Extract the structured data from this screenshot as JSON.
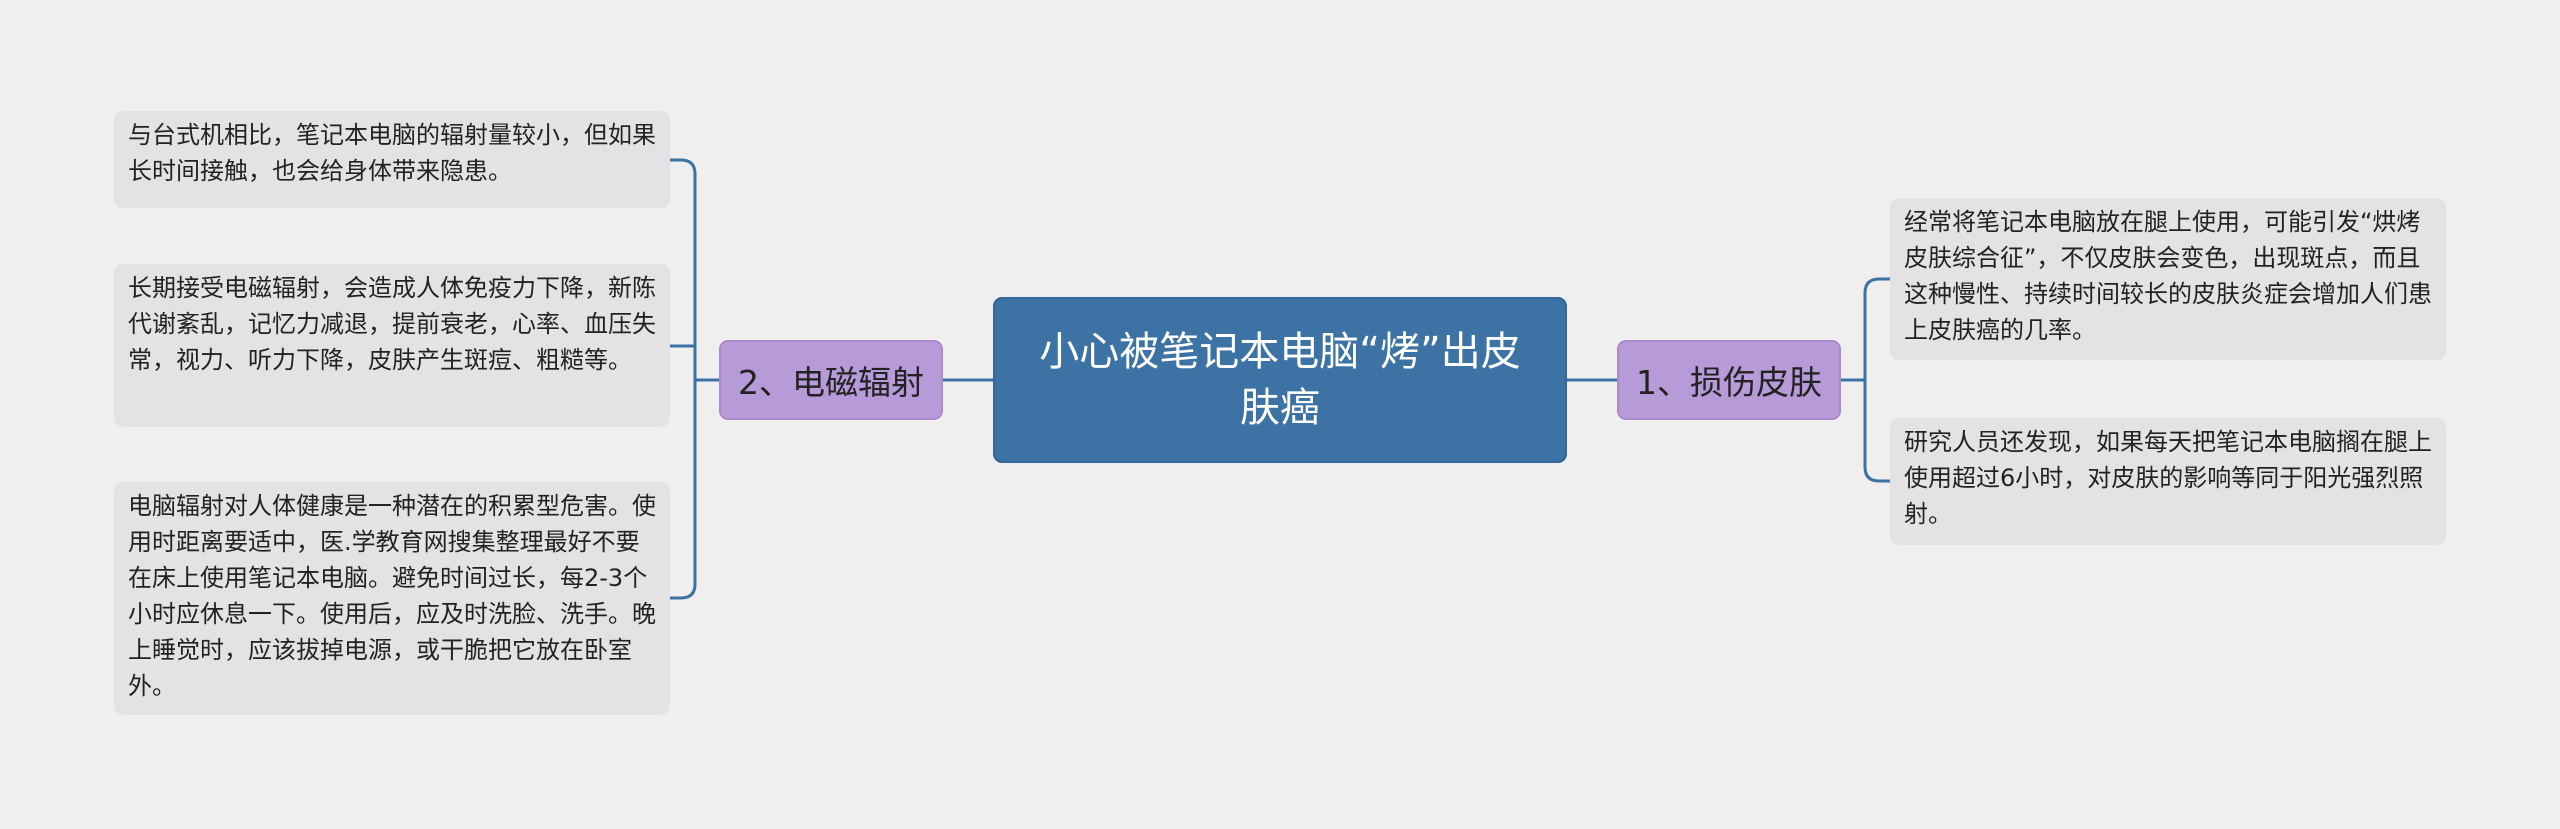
{
  "mindmap": {
    "center": {
      "label": "小心被笔记本电脑“烤”出皮肤癌"
    },
    "branches": [
      {
        "label": "2、电磁辐射",
        "side": "left",
        "leaves": [
          "与台式机相比，笔记本电脑的辐射量较小，但如果长时间接触，也会给身体带来隐患。",
          "长期接受电磁辐射，会造成人体免疫力下降，新陈代谢紊乱，记忆力减退，提前衰老，心率、血压失常，视力、听力下降，皮肤产生斑痘、粗糙等。",
          "电脑辐射对人体健康是一种潜在的积累型危害。使用时距离要适中，医.学教育网搜集整理最好不要在床上使用笔记本电脑。避免时间过长，每2-3个小时应休息一下。使用后，应及时洗脸、洗手。晚上睡觉时，应该拔掉电源，或干脆把它放在卧室外。"
        ]
      },
      {
        "label": "1、损伤皮肤",
        "side": "right",
        "leaves": [
          "经常将笔记本电脑放在腿上使用，可能引发“烘烤皮肤综合征”，不仅皮肤会变色，出现斑点，而且这种慢性、持续时间较长的皮肤炎症会增加人们患上皮肤癌的几率。",
          "研究人员还发现，如果每天把笔记本电脑搁在腿上使用超过6小时，对皮肤的影响等同于阳光强烈照射。"
        ]
      }
    ]
  },
  "colors": {
    "background": "#efefef",
    "center_fill": "#3d72a4",
    "branch_fill": "#b79ad8",
    "leaf_fill": "#e3e3e3",
    "connector": "#3d72a4"
  }
}
